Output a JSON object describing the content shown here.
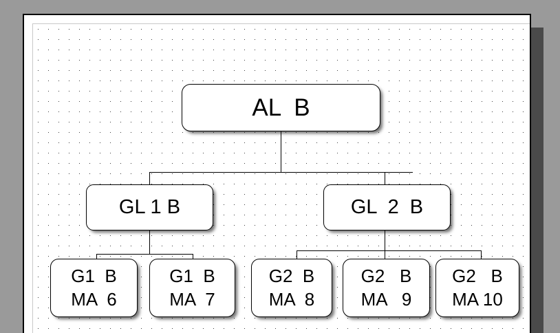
{
  "page": {
    "background_color": "#9a9a9a",
    "paper_color": "#ffffff",
    "border_color": "#000000",
    "shadow_color": "#4a4a4a",
    "grid": "dot-grid"
  },
  "diagram": {
    "type": "tree",
    "orientation": "top-down",
    "node_fill": "#ffffff",
    "node_border": "#000000",
    "connector_color": "#000000",
    "root": {
      "id": "root",
      "label": "AL  B"
    },
    "groups": [
      {
        "id": "gl1",
        "label": "GL 1 B"
      },
      {
        "id": "gl2",
        "label": "GL  2  B"
      }
    ],
    "leaves": [
      {
        "id": "leaf-1",
        "line1": "G1  B",
        "line2": "MA  6",
        "parent": "gl1"
      },
      {
        "id": "leaf-2",
        "line1": "G1  B",
        "line2": "MA  7",
        "parent": "gl1"
      },
      {
        "id": "leaf-3",
        "line1": "G2  B",
        "line2": "MA  8",
        "parent": "gl2"
      },
      {
        "id": "leaf-4",
        "line1": "G2   B",
        "line2": "MA   9",
        "parent": "gl2"
      },
      {
        "id": "leaf-5",
        "line1": "G2   B",
        "line2": "MA 10",
        "parent": "gl2"
      }
    ]
  }
}
